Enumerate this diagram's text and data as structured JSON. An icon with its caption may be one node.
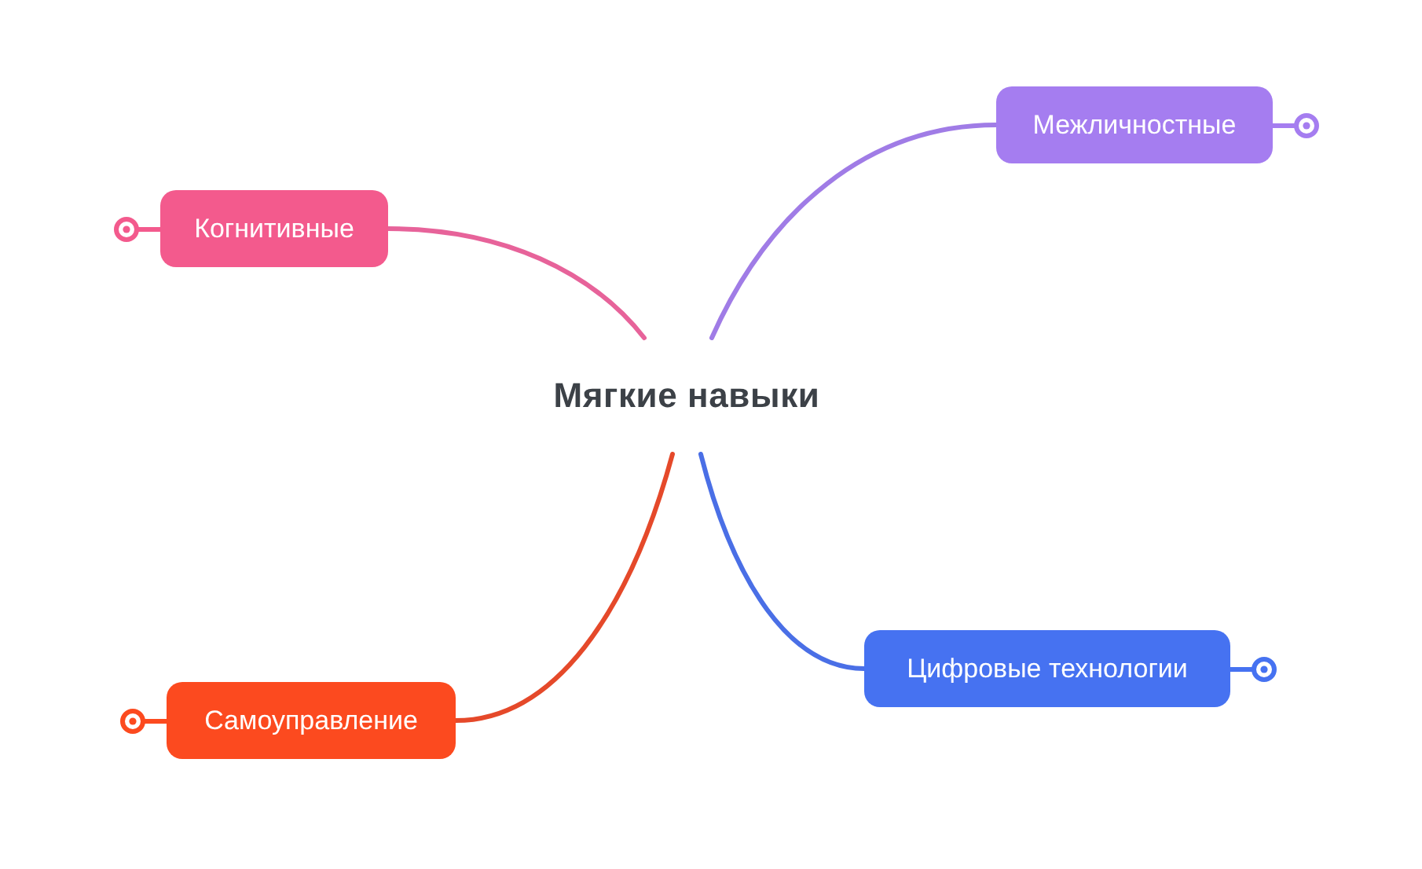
{
  "diagram": {
    "nodes": [
      {
        "text": [
          "Мягкие навыки"
        ]
      },
      {
        "text": [
          "Когнитивные"
        ]
      },
      {
        "text": [
          "Межличностные"
        ]
      },
      {
        "text": [
          "Самоуправление"
        ]
      },
      {
        "text": [
          "Цифровые технологии"
        ]
      }
    ],
    "edges": [
      {
        "from": 0,
        "to": 1,
        "arrow": "none",
        "color": "#e7639a"
      },
      {
        "from": 0,
        "to": 2,
        "arrow": "none",
        "color": "#a07ce6"
      },
      {
        "from": 0,
        "to": 3,
        "arrow": "none",
        "color": "#e5492a"
      },
      {
        "from": 0,
        "to": 4,
        "arrow": "none",
        "color": "#4a6fe6"
      }
    ]
  }
}
